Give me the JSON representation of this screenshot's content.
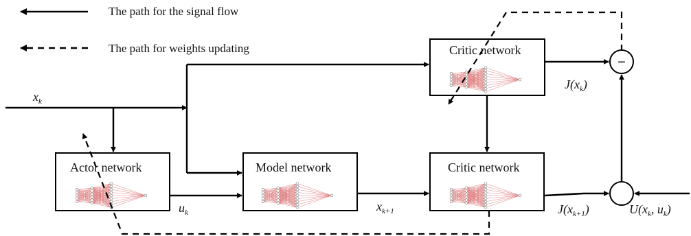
{
  "legend": {
    "signal_flow": "The path for the signal flow",
    "weights_updating": "The path for weights updating"
  },
  "nodes": {
    "critic_top": "Critic network",
    "actor": "Actor network",
    "model": "Model network",
    "critic_bottom": "Critic network",
    "minus_symbol": "−"
  },
  "signals": {
    "input_state": {
      "base": "x",
      "sub": "k"
    },
    "control": {
      "base": "u",
      "sub": "k"
    },
    "next_state": {
      "base": "x",
      "sub": "k+1"
    },
    "j_current": {
      "pre": "J(",
      "base": "x",
      "sub": "k",
      "post": ")"
    },
    "j_next": {
      "pre": "J(",
      "base": "x",
      "sub": "k+1",
      "post": ")"
    },
    "utility": {
      "pre": "U(",
      "a": "x",
      "asub": "k",
      "mid": ", ",
      "b": "u",
      "bsub": "k",
      "post": ")"
    }
  },
  "icons": [
    "neural-network-icon",
    "subtract-junction-icon",
    "sum-junction-icon"
  ],
  "colors": {
    "line": "#000000",
    "net_edges": "#e08080"
  }
}
